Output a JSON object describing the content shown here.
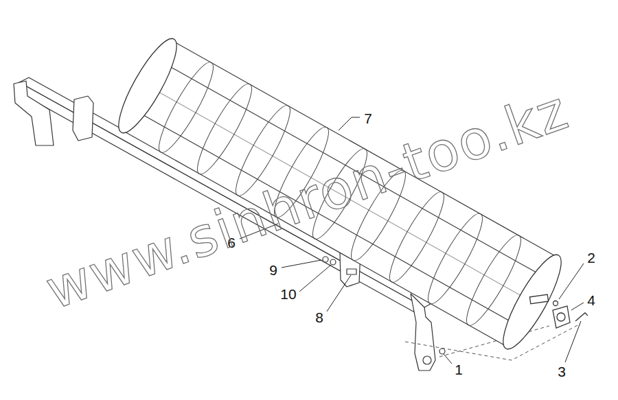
{
  "diagram": {
    "labels": [
      "7",
      "2",
      "4",
      "6",
      "9",
      "10",
      "8",
      "1",
      "3",
      "www.sinhron-too.kz"
    ]
  }
}
